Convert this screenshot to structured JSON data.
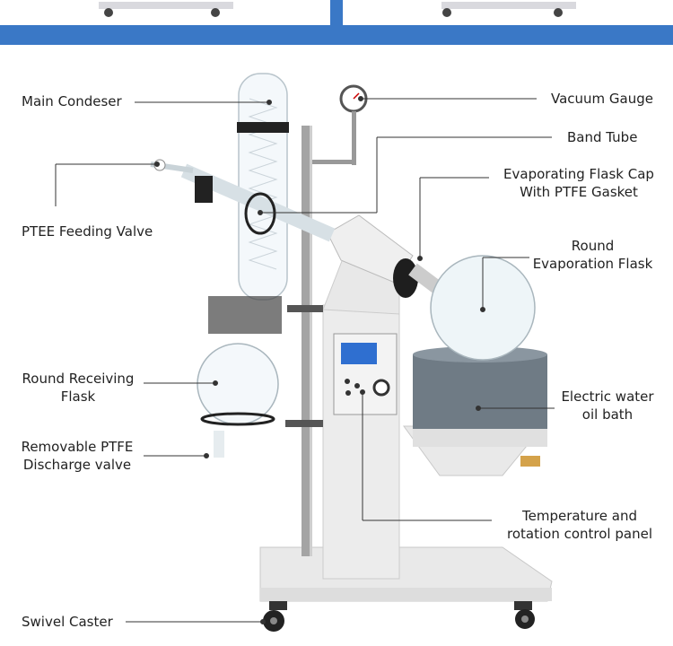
{
  "callouts": {
    "main_condenser": "Main Condeser",
    "vacuum_gauge": "Vacuum Gauge",
    "band_tube": "Band Tube",
    "flask_cap_line1": "Evaporating Flask Cap",
    "flask_cap_line2": "With PTFE Gasket",
    "feeding_valve": "PTEE Feeding Valve",
    "evap_flask_line1": "Round",
    "evap_flask_line2": "Evaporation Flask",
    "receiving_flask_line1": "Round Receiving",
    "receiving_flask_line2": "Flask",
    "water_bath_line1": "Electric water",
    "water_bath_line2": "oil bath",
    "discharge_valve_line1": "Removable PTFE",
    "discharge_valve_line2": "Discharge valve",
    "control_panel_line1": "Temperature and",
    "control_panel_line2": "rotation control panel",
    "swivel_caster": "Swivel Caster"
  },
  "colors": {
    "banner": "#3a78c6",
    "machine_body": "#eeeeee",
    "bath": "#6f7b85",
    "leader": "#333333"
  }
}
